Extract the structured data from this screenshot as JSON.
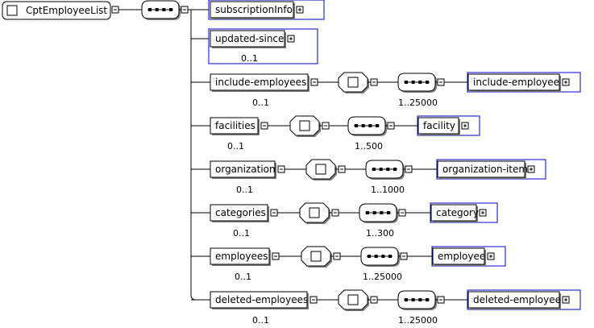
{
  "root": {
    "label": "CptEmployeeList"
  },
  "elements": [
    {
      "label": "subscriptionInfo",
      "occurs": "",
      "blue_box": true
    },
    {
      "label": "updated-since",
      "occurs": "0..1",
      "blue_box": true
    },
    {
      "label": "include-employees",
      "occurs": "0..1",
      "child": {
        "label": "include-employee",
        "occurs": "1..25000"
      }
    },
    {
      "label": "facilities",
      "occurs": "0..1",
      "child": {
        "label": "facility",
        "occurs": "1..500"
      }
    },
    {
      "label": "organization",
      "occurs": "0..1",
      "child": {
        "label": "organization-item",
        "occurs": "1..1000"
      }
    },
    {
      "label": "categories",
      "occurs": "0..1",
      "child": {
        "label": "category",
        "occurs": "1..300"
      }
    },
    {
      "label": "employees",
      "occurs": "0..1",
      "child": {
        "label": "employee",
        "occurs": "1..25000"
      }
    },
    {
      "label": "deleted-employees",
      "occurs": "0..1",
      "child": {
        "label": "deleted-employee",
        "occurs": "1..25000"
      }
    }
  ],
  "colors": {
    "blue_border": "#0000cc",
    "line": "#000000",
    "shadow": "#808080"
  },
  "icons": {
    "expand": "plus-box-icon",
    "collapse": "minus-box-icon",
    "sequence": "sequence-compositor-icon",
    "element": "element-box-icon"
  }
}
